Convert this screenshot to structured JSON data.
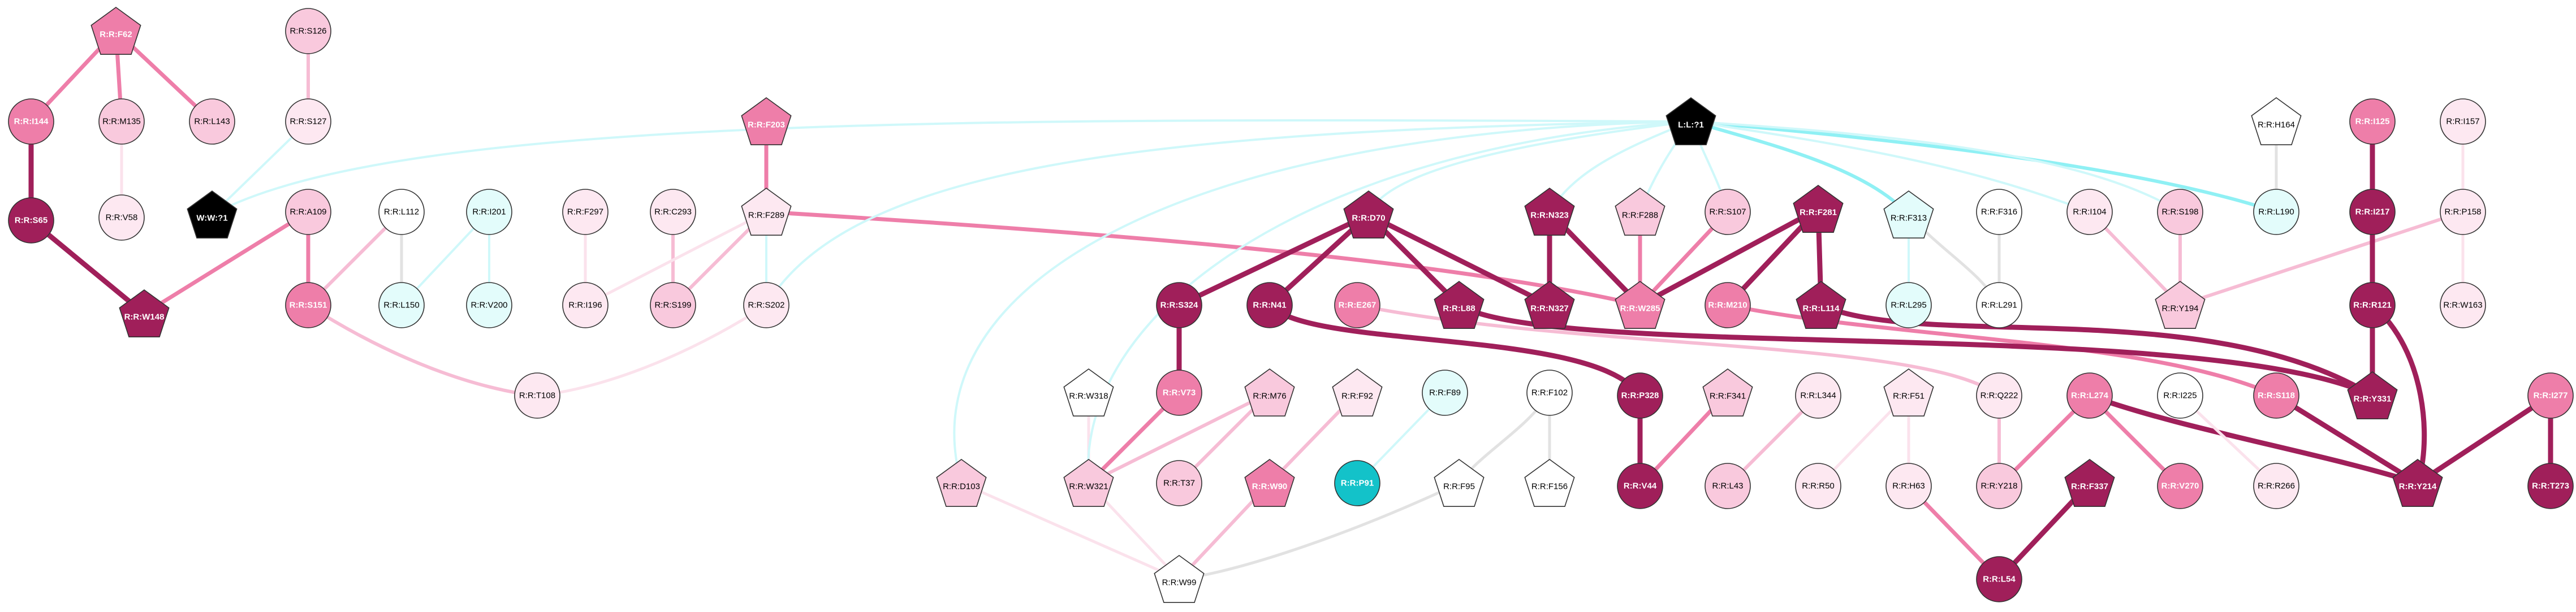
{
  "colors": {
    "node_fill": {
      "white": "#ffffff",
      "cyan": "#e3fcfb",
      "pale": "#fde8f1",
      "light": "#f9c9dd",
      "mid": "#ee7ea9",
      "dark": "#a01f5a",
      "black": "#000000",
      "teal": "#13c2c9"
    },
    "edge": {
      "dark": "#a01f5a",
      "mid": "#ee7ea9",
      "light": "#f6bcd4",
      "pale": "#fbe2ec",
      "gray": "#e2e2e2",
      "cyan": "#8ff0f4",
      "palecyan": "#cff8fa"
    },
    "stroke": "#333333"
  },
  "nodes": [
    {
      "id": "F62",
      "label": "R:R:F62",
      "shape": "pentagon",
      "fill": "mid"
    },
    {
      "id": "S126",
      "label": "R:R:S126",
      "shape": "circle",
      "fill": "light"
    },
    {
      "id": "I144",
      "label": "R:R:I144",
      "shape": "circle",
      "fill": "mid"
    },
    {
      "id": "M135",
      "label": "R:R:M135",
      "shape": "circle",
      "fill": "light"
    },
    {
      "id": "L143",
      "label": "R:R:L143",
      "shape": "circle",
      "fill": "light"
    },
    {
      "id": "S127",
      "label": "R:R:S127",
      "shape": "circle",
      "fill": "pale"
    },
    {
      "id": "S65",
      "label": "R:R:S65",
      "shape": "circle",
      "fill": "dark"
    },
    {
      "id": "V58",
      "label": "R:R:V58",
      "shape": "circle",
      "fill": "pale"
    },
    {
      "id": "W71",
      "label": "W:W:?1",
      "shape": "pentagon",
      "fill": "black"
    },
    {
      "id": "W148",
      "label": "R:R:W148",
      "shape": "pentagon",
      "fill": "dark"
    },
    {
      "id": "A109",
      "label": "R:R:A109",
      "shape": "circle",
      "fill": "light"
    },
    {
      "id": "S151",
      "label": "R:R:S151",
      "shape": "circle",
      "fill": "mid"
    },
    {
      "id": "L112",
      "label": "R:R:L112",
      "shape": "circle",
      "fill": "white"
    },
    {
      "id": "L150",
      "label": "R:R:L150",
      "shape": "circle",
      "fill": "cyan"
    },
    {
      "id": "I201",
      "label": "R:R:I201",
      "shape": "circle",
      "fill": "cyan"
    },
    {
      "id": "V200",
      "label": "R:R:V200",
      "shape": "circle",
      "fill": "cyan"
    },
    {
      "id": "F297",
      "label": "R:R:F297",
      "shape": "circle",
      "fill": "pale"
    },
    {
      "id": "I196",
      "label": "R:R:I196",
      "shape": "circle",
      "fill": "pale"
    },
    {
      "id": "C293",
      "label": "R:R:C293",
      "shape": "circle",
      "fill": "pale"
    },
    {
      "id": "S199",
      "label": "R:R:S199",
      "shape": "circle",
      "fill": "light"
    },
    {
      "id": "F203",
      "label": "R:R:F203",
      "shape": "pentagon",
      "fill": "mid"
    },
    {
      "id": "F289",
      "label": "R:R:F289",
      "shape": "pentagon",
      "fill": "pale"
    },
    {
      "id": "S202",
      "label": "R:R:S202",
      "shape": "circle",
      "fill": "pale"
    },
    {
      "id": "T108",
      "label": "R:R:T108",
      "shape": "circle",
      "fill": "pale"
    },
    {
      "id": "LL71",
      "label": "L:L:?1",
      "shape": "pentagon",
      "fill": "black"
    },
    {
      "id": "D70",
      "label": "R:R:D70",
      "shape": "pentagon",
      "fill": "dark"
    },
    {
      "id": "N323",
      "label": "R:R:N323",
      "shape": "pentagon",
      "fill": "dark"
    },
    {
      "id": "F288",
      "label": "R:R:F288",
      "shape": "pentagon",
      "fill": "light"
    },
    {
      "id": "S107",
      "label": "R:R:S107",
      "shape": "circle",
      "fill": "light"
    },
    {
      "id": "F281",
      "label": "R:R:F281",
      "shape": "pentagon",
      "fill": "dark"
    },
    {
      "id": "F313",
      "label": "R:R:F313",
      "shape": "pentagon",
      "fill": "cyan"
    },
    {
      "id": "F316",
      "label": "R:R:F316",
      "shape": "circle",
      "fill": "white"
    },
    {
      "id": "I104",
      "label": "R:R:I104",
      "shape": "circle",
      "fill": "pale"
    },
    {
      "id": "S198",
      "label": "R:R:S198",
      "shape": "circle",
      "fill": "light"
    },
    {
      "id": "H164",
      "label": "R:R:H164",
      "shape": "pentagon",
      "fill": "white"
    },
    {
      "id": "L190",
      "label": "R:R:L190",
      "shape": "circle",
      "fill": "cyan"
    },
    {
      "id": "I125",
      "label": "R:R:I125",
      "shape": "circle",
      "fill": "mid"
    },
    {
      "id": "I157",
      "label": "R:R:I157",
      "shape": "circle",
      "fill": "pale"
    },
    {
      "id": "I217",
      "label": "R:R:I217",
      "shape": "circle",
      "fill": "dark"
    },
    {
      "id": "P158",
      "label": "R:R:P158",
      "shape": "circle",
      "fill": "pale"
    },
    {
      "id": "S324",
      "label": "R:R:S324",
      "shape": "circle",
      "fill": "dark"
    },
    {
      "id": "N41",
      "label": "R:R:N41",
      "shape": "circle",
      "fill": "dark"
    },
    {
      "id": "E267",
      "label": "R:R:E267",
      "shape": "circle",
      "fill": "mid"
    },
    {
      "id": "L88",
      "label": "R:R:L88",
      "shape": "pentagon",
      "fill": "dark"
    },
    {
      "id": "N327",
      "label": "R:R:N327",
      "shape": "pentagon",
      "fill": "dark"
    },
    {
      "id": "W285",
      "label": "R:R:W285",
      "shape": "pentagon",
      "fill": "mid"
    },
    {
      "id": "M210",
      "label": "R:R:M210",
      "shape": "circle",
      "fill": "mid"
    },
    {
      "id": "L114",
      "label": "R:R:L114",
      "shape": "pentagon",
      "fill": "dark"
    },
    {
      "id": "L295",
      "label": "R:R:L295",
      "shape": "circle",
      "fill": "cyan"
    },
    {
      "id": "L291",
      "label": "R:R:L291",
      "shape": "circle",
      "fill": "white"
    },
    {
      "id": "Y194",
      "label": "R:R:Y194",
      "shape": "pentagon",
      "fill": "light"
    },
    {
      "id": "R121",
      "label": "R:R:R121",
      "shape": "circle",
      "fill": "dark"
    },
    {
      "id": "W163",
      "label": "R:R:W163",
      "shape": "circle",
      "fill": "pale"
    },
    {
      "id": "W318",
      "label": "R:R:W318",
      "shape": "pentagon",
      "fill": "white"
    },
    {
      "id": "V73",
      "label": "R:R:V73",
      "shape": "circle",
      "fill": "mid"
    },
    {
      "id": "M76",
      "label": "R:R:M76",
      "shape": "pentagon",
      "fill": "light"
    },
    {
      "id": "F92",
      "label": "R:R:F92",
      "shape": "pentagon",
      "fill": "pale"
    },
    {
      "id": "F89",
      "label": "R:R:F89",
      "shape": "circle",
      "fill": "cyan"
    },
    {
      "id": "F102",
      "label": "R:R:F102",
      "shape": "circle",
      "fill": "white"
    },
    {
      "id": "P328",
      "label": "R:R:P328",
      "shape": "circle",
      "fill": "dark"
    },
    {
      "id": "F341",
      "label": "R:R:F341",
      "shape": "pentagon",
      "fill": "light"
    },
    {
      "id": "L344",
      "label": "R:R:L344",
      "shape": "circle",
      "fill": "pale"
    },
    {
      "id": "F51",
      "label": "R:R:F51",
      "shape": "pentagon",
      "fill": "pale"
    },
    {
      "id": "Q222",
      "label": "R:R:Q222",
      "shape": "circle",
      "fill": "pale"
    },
    {
      "id": "L274",
      "label": "R:R:L274",
      "shape": "circle",
      "fill": "mid"
    },
    {
      "id": "I225",
      "label": "R:R:I225",
      "shape": "circle",
      "fill": "white"
    },
    {
      "id": "S118",
      "label": "R:R:S118",
      "shape": "circle",
      "fill": "mid"
    },
    {
      "id": "Y331",
      "label": "R:R:Y331",
      "shape": "pentagon",
      "fill": "dark"
    },
    {
      "id": "I277",
      "label": "R:R:I277",
      "shape": "circle",
      "fill": "mid"
    },
    {
      "id": "D103",
      "label": "R:R:D103",
      "shape": "pentagon",
      "fill": "light"
    },
    {
      "id": "W321",
      "label": "R:R:W321",
      "shape": "pentagon",
      "fill": "light"
    },
    {
      "id": "T37",
      "label": "R:R:T37",
      "shape": "circle",
      "fill": "light"
    },
    {
      "id": "W90",
      "label": "R:R:W90",
      "shape": "pentagon",
      "fill": "mid"
    },
    {
      "id": "P91",
      "label": "R:R:P91",
      "shape": "circle",
      "fill": "teal"
    },
    {
      "id": "F95",
      "label": "R:R:F95",
      "shape": "pentagon",
      "fill": "white"
    },
    {
      "id": "F156",
      "label": "R:R:F156",
      "shape": "pentagon",
      "fill": "white"
    },
    {
      "id": "V44",
      "label": "R:R:V44",
      "shape": "circle",
      "fill": "dark"
    },
    {
      "id": "L43",
      "label": "R:R:L43",
      "shape": "circle",
      "fill": "light"
    },
    {
      "id": "R50",
      "label": "R:R:R50",
      "shape": "circle",
      "fill": "pale"
    },
    {
      "id": "H63",
      "label": "R:R:H63",
      "shape": "circle",
      "fill": "pale"
    },
    {
      "id": "F337",
      "label": "R:R:F337",
      "shape": "pentagon",
      "fill": "dark"
    },
    {
      "id": "Y218",
      "label": "R:R:Y218",
      "shape": "circle",
      "fill": "light"
    },
    {
      "id": "V270",
      "label": "R:R:V270",
      "shape": "circle",
      "fill": "mid"
    },
    {
      "id": "R266",
      "label": "R:R:R266",
      "shape": "circle",
      "fill": "pale"
    },
    {
      "id": "Y214",
      "label": "R:R:Y214",
      "shape": "pentagon",
      "fill": "dark"
    },
    {
      "id": "T273",
      "label": "R:R:T273",
      "shape": "circle",
      "fill": "dark"
    },
    {
      "id": "W99",
      "label": "R:R:W99",
      "shape": "pentagon",
      "fill": "white"
    },
    {
      "id": "L54",
      "label": "R:R:L54",
      "shape": "circle",
      "fill": "dark"
    }
  ],
  "edges": [
    {
      "source": "F62",
      "target": "I144",
      "style": "mid"
    },
    {
      "source": "F62",
      "target": "M135",
      "style": "mid"
    },
    {
      "source": "F62",
      "target": "L143",
      "style": "mid"
    },
    {
      "source": "I144",
      "target": "S65",
      "style": "dark"
    },
    {
      "source": "M135",
      "target": "V58",
      "style": "pale"
    },
    {
      "source": "S126",
      "target": "S127",
      "style": "light"
    },
    {
      "source": "S127",
      "target": "W71",
      "style": "palecyan"
    },
    {
      "source": "S65",
      "target": "W148",
      "style": "dark"
    },
    {
      "source": "W148",
      "target": "A109",
      "style": "mid"
    },
    {
      "source": "A109",
      "target": "S151",
      "style": "mid"
    },
    {
      "source": "L112",
      "target": "S151",
      "style": "light"
    },
    {
      "source": "L112",
      "target": "L150",
      "style": "gray"
    },
    {
      "source": "I201",
      "target": "L150",
      "style": "palecyan"
    },
    {
      "source": "I201",
      "target": "V200",
      "style": "palecyan"
    },
    {
      "source": "F297",
      "target": "I196",
      "style": "pale"
    },
    {
      "source": "C293",
      "target": "S199",
      "style": "light"
    },
    {
      "source": "F203",
      "target": "F289",
      "style": "mid"
    },
    {
      "source": "F289",
      "target": "S199",
      "style": "light"
    },
    {
      "source": "F289",
      "target": "I196",
      "style": "pale"
    },
    {
      "source": "F289",
      "target": "S202",
      "style": "palecyan"
    },
    {
      "source": "F289",
      "target": "W285",
      "style": "mid"
    },
    {
      "source": "S151",
      "target": "T108",
      "style": "light"
    },
    {
      "source": "S202",
      "target": "T108",
      "style": "pale"
    },
    {
      "source": "D70",
      "target": "S324",
      "style": "dark"
    },
    {
      "source": "D70",
      "target": "N41",
      "style": "dark"
    },
    {
      "source": "D70",
      "target": "L88",
      "style": "dark"
    },
    {
      "source": "D70",
      "target": "N327",
      "style": "dark"
    },
    {
      "source": "N323",
      "target": "N327",
      "style": "dark"
    },
    {
      "source": "N323",
      "target": "W285",
      "style": "dark"
    },
    {
      "source": "F288",
      "target": "W285",
      "style": "mid"
    },
    {
      "source": "S107",
      "target": "W285",
      "style": "mid"
    },
    {
      "source": "F281",
      "target": "W285",
      "style": "dark"
    },
    {
      "source": "F281",
      "target": "M210",
      "style": "dark"
    },
    {
      "source": "F281",
      "target": "L114",
      "style": "dark"
    },
    {
      "source": "F313",
      "target": "L295",
      "style": "palecyan"
    },
    {
      "source": "F316",
      "target": "L291",
      "style": "gray"
    },
    {
      "source": "F313",
      "target": "L291",
      "style": "gray"
    },
    {
      "source": "I104",
      "target": "Y194",
      "style": "light"
    },
    {
      "source": "S198",
      "target": "Y194",
      "style": "light"
    },
    {
      "source": "P158",
      "target": "Y194",
      "style": "light"
    },
    {
      "source": "H164",
      "target": "L190",
      "style": "gray"
    },
    {
      "source": "I125",
      "target": "I217",
      "style": "dark"
    },
    {
      "source": "I157",
      "target": "P158",
      "style": "pale"
    },
    {
      "source": "I217",
      "target": "R121",
      "style": "dark"
    },
    {
      "source": "P158",
      "target": "W163",
      "style": "pale"
    },
    {
      "source": "R121",
      "target": "Y331",
      "style": "dark"
    },
    {
      "source": "R121",
      "target": "Y214",
      "style": "dark"
    },
    {
      "source": "S324",
      "target": "V73",
      "style": "dark"
    },
    {
      "source": "V73",
      "target": "W321",
      "style": "mid"
    },
    {
      "source": "W318",
      "target": "W321",
      "style": "pale"
    },
    {
      "source": "M76",
      "target": "W321",
      "style": "light"
    },
    {
      "source": "M76",
      "target": "T37",
      "style": "light"
    },
    {
      "source": "F92",
      "target": "W90",
      "style": "light"
    },
    {
      "source": "F89",
      "target": "P91",
      "style": "palecyan"
    },
    {
      "source": "F102",
      "target": "F95",
      "style": "gray"
    },
    {
      "source": "F102",
      "target": "F156",
      "style": "gray"
    },
    {
      "source": "N41",
      "target": "P328",
      "style": "dark"
    },
    {
      "source": "P328",
      "target": "V44",
      "style": "dark"
    },
    {
      "source": "F341",
      "target": "V44",
      "style": "mid"
    },
    {
      "source": "L344",
      "target": "L43",
      "style": "light"
    },
    {
      "source": "F51",
      "target": "H63",
      "style": "pale"
    },
    {
      "source": "F51",
      "target": "R50",
      "style": "pale"
    },
    {
      "source": "H63",
      "target": "L54",
      "style": "mid"
    },
    {
      "source": "F337",
      "target": "L54",
      "style": "dark"
    },
    {
      "source": "E267",
      "target": "Q222",
      "style": "light"
    },
    {
      "source": "Q222",
      "target": "Y218",
      "style": "light"
    },
    {
      "source": "L274",
      "target": "Y218",
      "style": "mid"
    },
    {
      "source": "L274",
      "target": "V270",
      "style": "mid"
    },
    {
      "source": "L274",
      "target": "Y214",
      "style": "dark"
    },
    {
      "source": "I225",
      "target": "R266",
      "style": "pale"
    },
    {
      "source": "M210",
      "target": "S118",
      "style": "mid"
    },
    {
      "source": "S118",
      "target": "Y214",
      "style": "dark"
    },
    {
      "source": "L88",
      "target": "Y331",
      "style": "dark"
    },
    {
      "source": "L114",
      "target": "Y331",
      "style": "dark"
    },
    {
      "source": "I277",
      "target": "T273",
      "style": "dark"
    },
    {
      "source": "I277",
      "target": "Y214",
      "style": "dark"
    },
    {
      "source": "D103",
      "target": "W99",
      "style": "pale"
    },
    {
      "source": "W321",
      "target": "W99",
      "style": "pale"
    },
    {
      "source": "W90",
      "target": "W99",
      "style": "light"
    },
    {
      "source": "F95",
      "target": "W99",
      "style": "gray"
    },
    {
      "source": "LL71",
      "target": "F288",
      "style": "palecyan"
    },
    {
      "source": "LL71",
      "target": "S107",
      "style": "palecyan"
    },
    {
      "source": "LL71",
      "target": "F313",
      "style": "cyan"
    },
    {
      "source": "LL71",
      "target": "L190",
      "style": "cyan"
    },
    {
      "source": "LL71",
      "target": "I104",
      "style": "palecyan"
    },
    {
      "source": "LL71",
      "target": "S198",
      "style": "palecyan"
    },
    {
      "source": "LL71",
      "target": "D70",
      "style": "palecyan"
    },
    {
      "source": "LL71",
      "target": "W321",
      "style": "palecyan"
    },
    {
      "source": "LL71",
      "target": "S202",
      "style": "palecyan"
    },
    {
      "source": "LL71",
      "target": "D103",
      "style": "palecyan"
    },
    {
      "source": "LL71",
      "target": "W71",
      "style": "palecyan"
    },
    {
      "source": "LL71",
      "target": "N323",
      "style": "palecyan"
    }
  ]
}
